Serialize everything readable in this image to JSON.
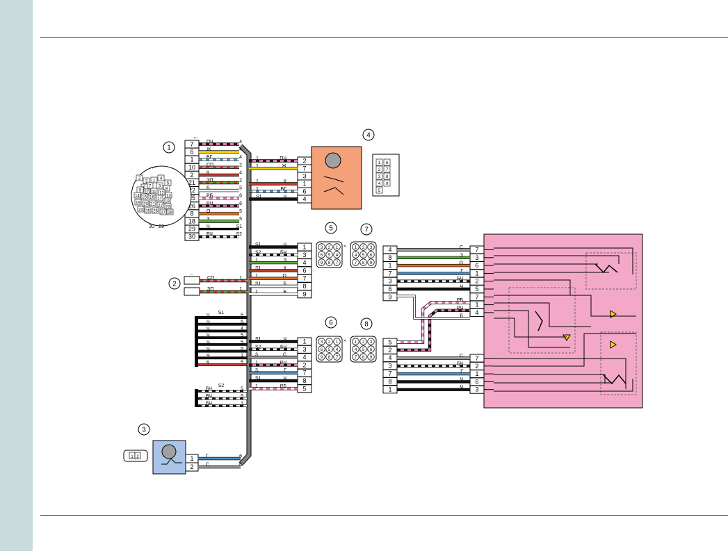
{
  "page": {
    "background": "#ffffff",
    "side_band_color": "#c8dcdc"
  },
  "colors": {
    "harness": "#808080",
    "red": "#c0392b",
    "pink": "#e879b3",
    "yellow": "#f0d400",
    "blue": "#4a90c8",
    "green": "#5aa83a",
    "orange": "#e07020",
    "gray": "#9a9a9a",
    "black": "#111111",
    "motor_block": "#f4a078",
    "drive_block": "#a8c4e8",
    "relay_block": "#f4a8c8"
  },
  "callouts": [
    "1",
    "2",
    "3",
    "4",
    "5",
    "6",
    "7",
    "8"
  ],
  "bundles": [
    "S1",
    "S2"
  ],
  "ground_labels": [
    "S1",
    "S2"
  ],
  "connector1": {
    "arrow": "←",
    "pins": [
      "7",
      "6",
      "1",
      "10",
      "2",
      "21",
      "22",
      "25",
      "26",
      "8",
      "18",
      "29",
      "30"
    ],
    "wires": [
      "ПЧ",
      "Ж",
      "БГ",
      "СП",
      "К",
      "ЗП",
      "Б",
      "РБ",
      "РЧ",
      "О",
      "З",
      "Ч",
      "БЧ"
    ],
    "ends": [
      "4",
      "4",
      "4",
      "2",
      "4",
      "2",
      "5",
      "6",
      "6",
      "5",
      "5",
      "S1",
      "S2"
    ],
    "face": [
      "2",
      "3",
      "1",
      "4",
      "5",
      "7",
      "6",
      "3",
      "8",
      "9",
      "10",
      "11",
      "12",
      "13",
      "14",
      "15",
      "16",
      "17",
      "18",
      "19",
      "20",
      "21",
      "22",
      "23",
      "24",
      "25",
      "26",
      "27",
      "28"
    ],
    "bottom": [
      "30",
      "29"
    ]
  },
  "connector2": {
    "pins": [
      "1",
      "1"
    ],
    "wires": [
      "СП",
      "ЗП"
    ]
  },
  "connector3": {
    "pins": [
      "1",
      "2"
    ],
    "wires": [
      "Г",
      "С"
    ],
    "ends": [
      "6",
      "6"
    ],
    "face": [
      "1",
      "2"
    ]
  },
  "connector4": {
    "pins": [
      "2",
      "7",
      "3",
      "1",
      "6",
      "4"
    ],
    "wires": [
      "ПЧ",
      "Ж",
      "",
      "К",
      "БГ",
      "Ч"
    ],
    "starts": [
      "1",
      "1",
      "",
      "1",
      "1",
      "S1"
    ],
    "face": [
      "1",
      "2",
      "3",
      "4",
      "5",
      "6",
      "7",
      "8",
      "9"
    ]
  },
  "connector5": {
    "pins": [
      "1",
      "3",
      "4",
      "6",
      "7",
      "8",
      "9"
    ],
    "wires": [
      "Ч",
      "БЧ",
      "З",
      "К",
      "О",
      "Б",
      "Б"
    ],
    "starts": [
      "S1",
      "S2",
      "1",
      "S1",
      "1",
      "S1",
      "1"
    ],
    "face": [
      "3",
      "2",
      "1",
      "6",
      "5",
      "4",
      "9",
      "8",
      "7"
    ]
  },
  "connector6": {
    "pins": [
      "1",
      "3",
      "4",
      "2",
      "7",
      "8",
      "5"
    ],
    "wires": [
      "Ч",
      "БЧ",
      "С",
      "РЧ",
      "Г",
      "Ч",
      "РБ"
    ],
    "starts": [
      "S1",
      "S2",
      "3",
      "1",
      "3",
      "S1",
      "1"
    ],
    "face": [
      "3",
      "2",
      "1",
      "6",
      "5",
      "4",
      "9",
      "8",
      "7"
    ]
  },
  "connector7": {
    "left_pins": [
      "4",
      "8",
      "1",
      "7",
      "3",
      "6",
      "9"
    ],
    "wires": [
      "С",
      "З",
      "О",
      "Г",
      "БЧ",
      "Ч",
      ""
    ],
    "right_pins": [
      "7",
      "3",
      "6",
      "1",
      "2",
      "5",
      "7",
      "1",
      "4"
    ],
    "face": [
      "1",
      "2",
      "3",
      "4",
      "5",
      "6",
      "7",
      "8",
      "9"
    ]
  },
  "connector8": {
    "left_pins": [
      "5",
      "2",
      "4",
      "3",
      "7",
      "8",
      "1"
    ],
    "wires": [
      "С",
      "БЧ",
      "Г",
      "Ч",
      "Ч"
    ],
    "right_pins": [
      "7",
      "2",
      "1",
      "6",
      "3"
    ],
    "cross_wires": [
      "РБ",
      "РЧ",
      "Б"
    ],
    "face": [
      "1",
      "2",
      "3",
      "4",
      "5",
      "6",
      "7",
      "8",
      "9"
    ]
  },
  "s1_rows": [
    "Ч",
    "Ч",
    "Ч",
    "Ч",
    "Ч",
    "Ч",
    "Ч",
    "К"
  ],
  "s1_ends": [
    "5",
    "5",
    "4",
    "5",
    "5",
    "5",
    "1",
    "5"
  ],
  "s2_rows": [
    "БЧ",
    "БЧ",
    "БЧ"
  ],
  "s2_ends": [
    "5",
    "5",
    "1"
  ]
}
